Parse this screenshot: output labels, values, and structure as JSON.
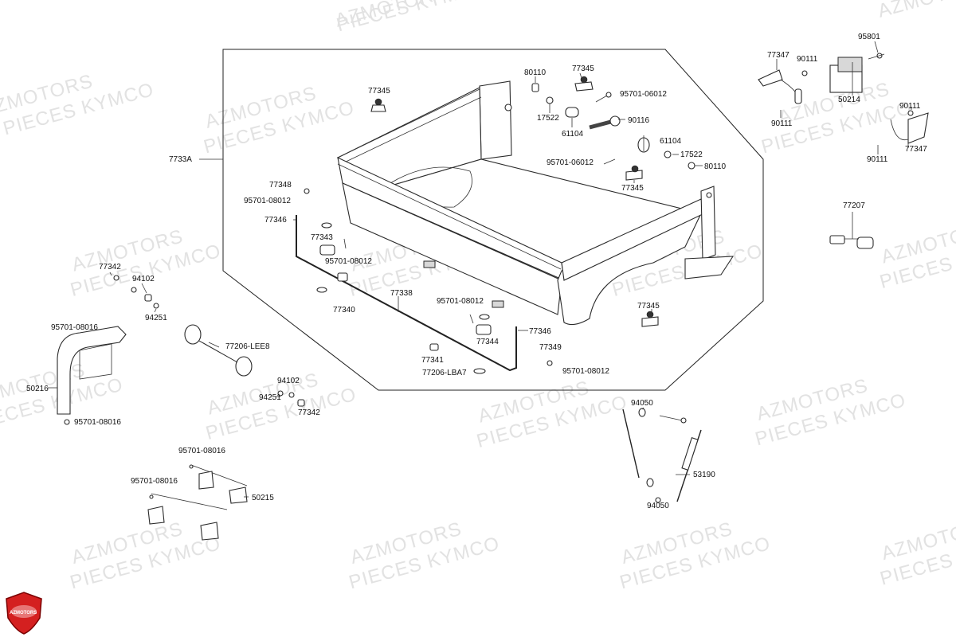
{
  "watermark": {
    "line1": "AZMOTORS",
    "line2": "PIECES KYMCO"
  },
  "logo": {
    "text": "AZMOTORS",
    "color": "#d42020"
  },
  "part_labels": {
    "p7733A": "7733A",
    "p77345_a": "77345",
    "p77345_b": "77345",
    "p77345_c": "77345",
    "p77345_d": "77345",
    "p80110_a": "80110",
    "p80110_b": "80110",
    "p95701_06012_a": "95701-06012",
    "p95701_06012_b": "95701-06012",
    "p17522_a": "17522",
    "p17522_b": "17522",
    "p90116": "90116",
    "p61104_a": "61104",
    "p61104_b": "61104",
    "p77348": "77348",
    "p95701_08012_a": "95701-08012",
    "p95701_08012_b": "95701-08012",
    "p95701_08012_c": "95701-08012",
    "p95701_08012_d": "95701-08012",
    "p77346_a": "77346",
    "p77346_b": "77346",
    "p77343": "77343",
    "p77340": "77340",
    "p77338": "77338",
    "p77344": "77344",
    "p77341": "77341",
    "p77349": "77349",
    "p77206_LBA7": "77206-LBA7",
    "p77347_a": "77347",
    "p77347_b": "77347",
    "p90111_a": "90111",
    "p90111_b": "90111",
    "p90111_c": "90111",
    "p90111_d": "90111",
    "p95801": "95801",
    "p50214": "50214",
    "p77207": "77207",
    "p77342_a": "77342",
    "p77342_b": "77342",
    "p94102_a": "94102",
    "p94102_b": "94102",
    "p94251_a": "94251",
    "p94251_b": "94251",
    "p95701_08016_a": "95701-08016",
    "p95701_08016_b": "95701-08016",
    "p95701_08016_c": "95701-08016",
    "p95701_08016_d": "95701-08016",
    "p50216": "50216",
    "p77206_LEE8": "77206-LEE8",
    "p94050_a": "94050",
    "p94050_b": "94050",
    "p53190": "53190",
    "p50215": "50215"
  }
}
